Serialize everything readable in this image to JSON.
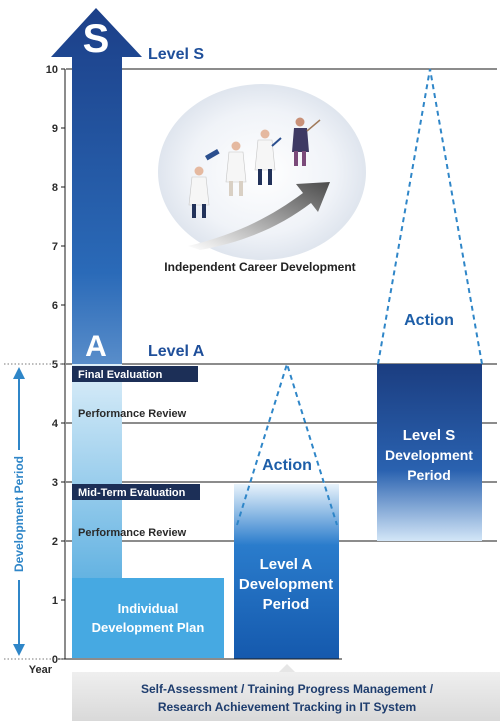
{
  "axis": {
    "ticks": [
      "0",
      "1",
      "2",
      "3",
      "4",
      "5",
      "6",
      "7",
      "8",
      "9",
      "10"
    ],
    "unit": "Year",
    "side_label": "Development Period"
  },
  "levels": {
    "s_badge": "S",
    "s_label": "Level S",
    "a_badge": "A",
    "a_label": "Level A"
  },
  "milestones": {
    "final_evaluation": "Final Evaluation",
    "performance_review_upper": "Performance Review",
    "mid_term_evaluation": "Mid-Term Evaluation",
    "performance_review_lower": "Performance Review"
  },
  "blocks": {
    "idp_line1": "Individual",
    "idp_line2": "Development Plan",
    "level_a_line1": "Level A",
    "level_a_line2": "Development",
    "level_a_line3": "Period",
    "level_s_line1": "Level S",
    "level_s_line2": "Development",
    "level_s_line3": "Period"
  },
  "actions": {
    "a": "Action",
    "s": "Action"
  },
  "illustration": {
    "caption": "Independent Career Development"
  },
  "footer": {
    "line1": "Self-Assessment / Training Progress Management /",
    "line2": "Research Achievement Tracking in IT System"
  },
  "colors": {
    "navy": "#1b3f88",
    "level_a_blue": "#1d6cc0",
    "level_s_blue": "#1c56a8",
    "idp_blue": "#46a9e2",
    "period_cyan": "#2f86c8",
    "milestone_label_bg": "#1c2f57",
    "footer_bg": "#e3e3e3"
  }
}
